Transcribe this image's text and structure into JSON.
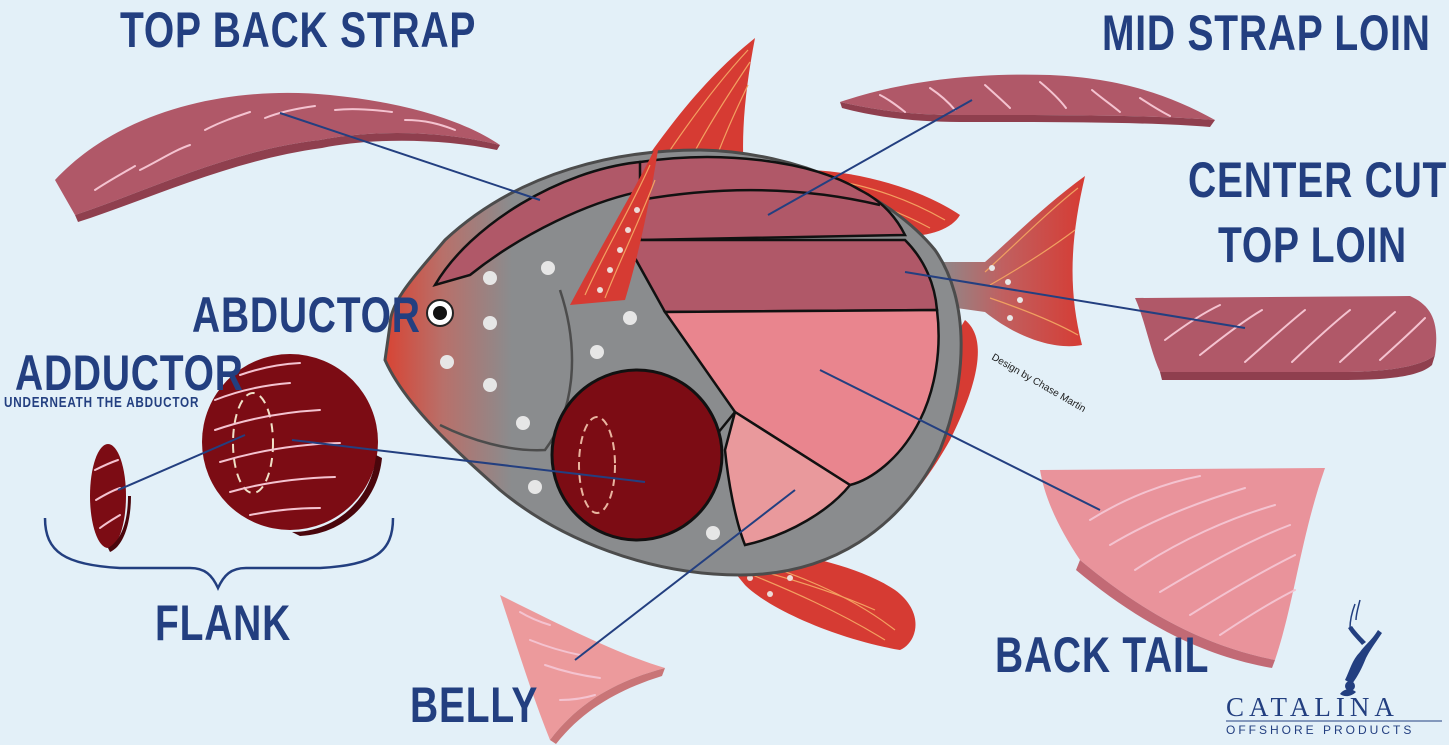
{
  "labels": {
    "top_back_strap": "TOP BACK STRAP",
    "mid_strap_loin": "MID STRAP LOIN",
    "center_cut_line1": "CENTER CUT",
    "center_cut_line2": "TOP LOIN",
    "abductor": "ABDUCTOR",
    "adductor": "ADDUCTOR",
    "adductor_note": "UNDERNEATH THE ABDUCTOR",
    "flank": "FLANK",
    "belly": "BELLY",
    "back_tail": "BACK TAIL"
  },
  "credit": "Design by Chase Martin",
  "logo": {
    "name": "CATALINA",
    "tagline": "OFFSHORE PRODUCTS",
    "icon": "diver-icon"
  },
  "colors": {
    "background": "#e3f0f8",
    "label_text": "#233f80",
    "leader_line": "#233f80",
    "fish_body": "#8a8c8e",
    "fin_red": "#d63b33",
    "loin_mauve": "#b05868",
    "belly_pink": "#e98c92",
    "tail_pink": "#e9939b",
    "flank_dark": "#7c0c14"
  }
}
